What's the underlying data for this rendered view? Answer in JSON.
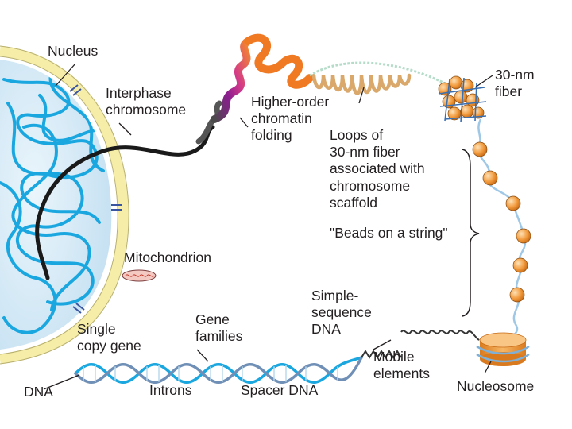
{
  "labels": {
    "nucleus": "Nucleus",
    "interphase_1": "Interphase",
    "interphase_2": "chromosome",
    "higher_1": "Higher-order",
    "higher_2": "chromatin",
    "higher_3": "folding",
    "fiber30_1": "30-nm",
    "fiber30_2": "fiber",
    "loops_1": "Loops of",
    "loops_2": "30-nm fiber",
    "loops_3": "associated with",
    "loops_4": "chromosome",
    "loops_5": "scaffold",
    "beads": "\"Beads on a string\"",
    "mito": "Mitochondrion",
    "simple_1": "Simple-",
    "simple_2": "sequence",
    "simple_3": "DNA",
    "gene_1": "Gene",
    "gene_2": "families",
    "single_1": "Single",
    "single_2": "copy gene",
    "mobile_1": "Mobile",
    "mobile_2": "elements",
    "dna": "DNA",
    "introns": "Introns",
    "spacer": "Spacer DNA",
    "nucleosome": "Nucleosome"
  },
  "colors": {
    "nucleoplasm": "#d6ebf7",
    "membrane": "#f5eda8",
    "chromatin_blue": "#1aa7e0",
    "chromosome_black": "#1a1a1a",
    "histone_orange": "#f29a3c",
    "fiber_blue": "#9fc8e6",
    "loop_tan": "#d9a86a",
    "folding_purple": "#8a1e8f",
    "folding_orange": "#f07a24"
  }
}
